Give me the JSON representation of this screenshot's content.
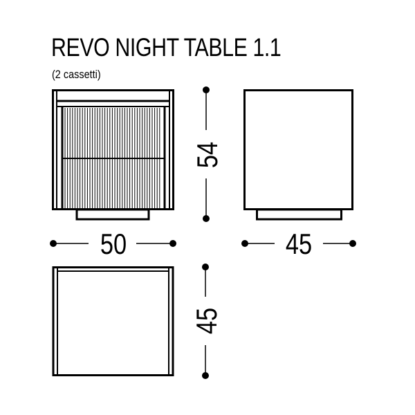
{
  "header": {
    "title": "REVO NIGHT TABLE 1.1",
    "subtitle": "(2 cassetti)"
  },
  "views": {
    "front": {
      "label": "front-view",
      "drawers": 2
    },
    "side": {
      "label": "side-view"
    },
    "top": {
      "label": "top-view"
    }
  },
  "dimensions": {
    "front_width": "50",
    "height": "54",
    "side_depth": "45",
    "top_depth": "45"
  },
  "colors": {
    "line": "#000000",
    "background": "#ffffff"
  }
}
